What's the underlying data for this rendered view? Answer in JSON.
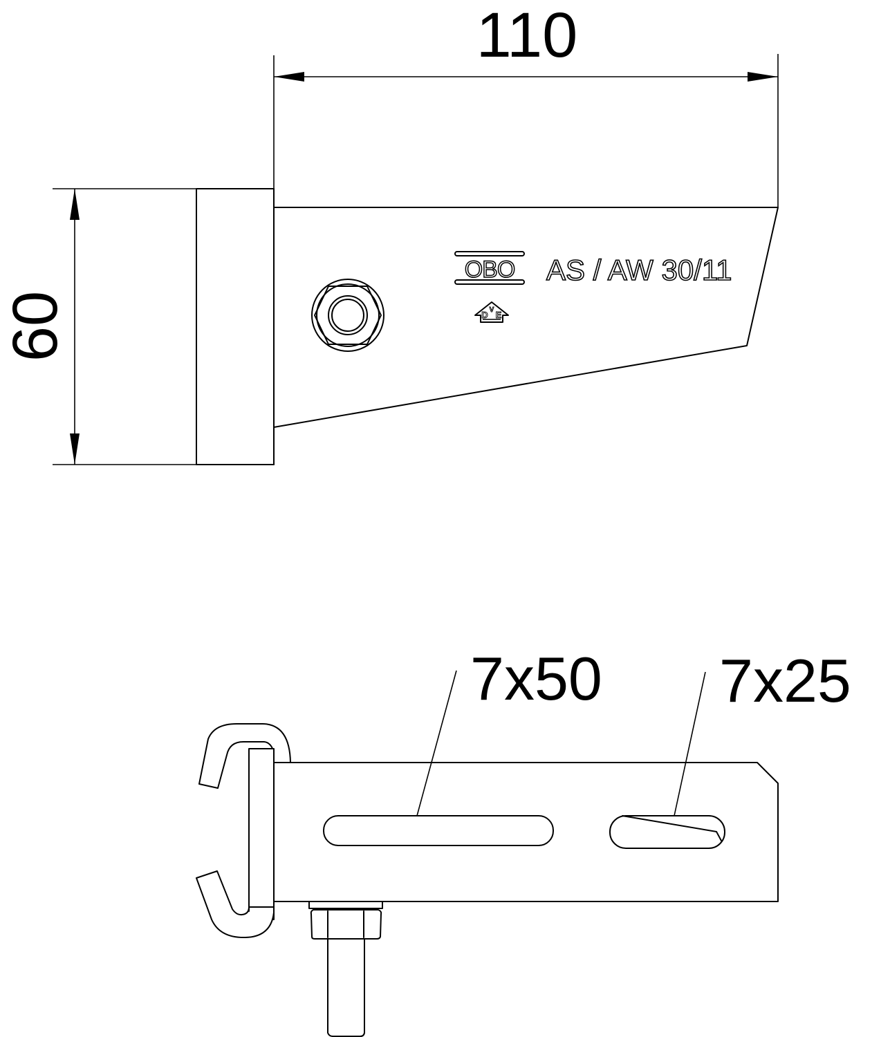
{
  "drawing": {
    "type": "technical-drawing",
    "subject": "Cable bracket with hook clamp and bolt",
    "colors": {
      "line": "#000000",
      "background": "#ffffff"
    }
  },
  "top_view": {
    "dimensions": {
      "width": {
        "value": "110"
      },
      "height": {
        "value": "60"
      }
    },
    "marking": {
      "brand_logo": "OBO",
      "product_code": "AS / AW 30/11",
      "certification_mark": "VDE",
      "certification_letters": {
        "d": "D",
        "v": "V",
        "e": "E"
      }
    }
  },
  "side_view": {
    "callouts": [
      {
        "label": "7x50",
        "target": "long-slot"
      },
      {
        "label": "7x25",
        "target": "short-slot"
      }
    ]
  }
}
